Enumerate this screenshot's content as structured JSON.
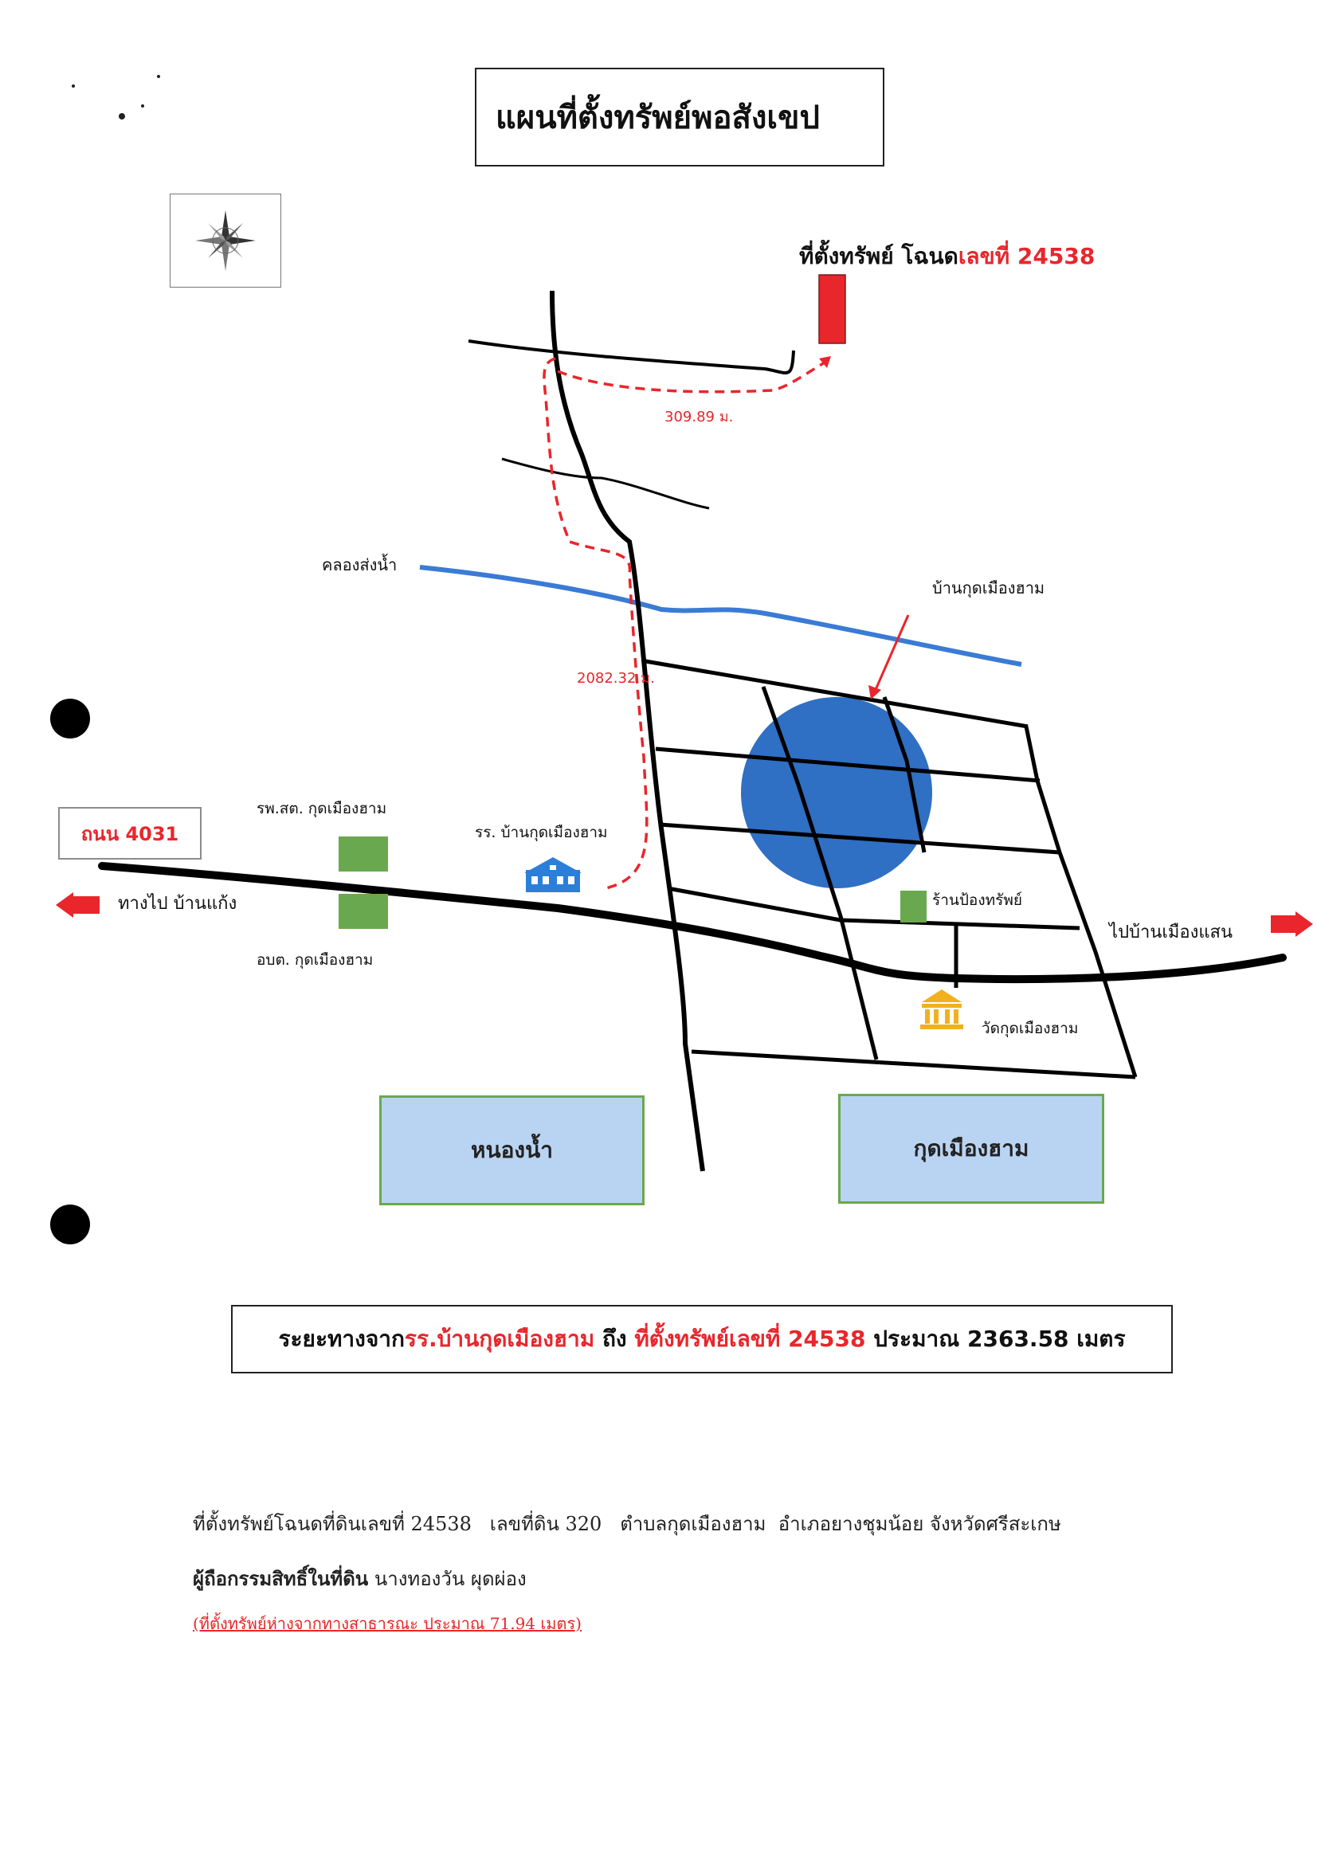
{
  "title": "แผนที่ตั้งทรัพย์พอสังเขป",
  "property_label": {
    "prefix": "ที่ตั้งทรัพย์ โฉนด",
    "suffix": "เลขที่ 24538"
  },
  "distances": {
    "short_route": "309.89 ม.",
    "long_route": "2082.32 ม."
  },
  "labels": {
    "canal": "คลองส่งน้ำ",
    "village": "บ้านกุดเมืองฮาม",
    "road": "ถนน 4031",
    "health_center": "รพ.สต. กุดเมืองฮาม",
    "school": "รร. บ้านกุดเมืองฮาม",
    "west_direction": "ทางไป บ้านแก้ง",
    "sao": "อบต. กุดเมืองฮาม",
    "shop": "ร้านป้องทรัพย์",
    "east_direction": "ไปบ้านเมืองแสน",
    "temple": "วัดกุดเมืองฮาม"
  },
  "areas": {
    "pond": "หนองน้ำ",
    "district": "กุดเมืองฮาม"
  },
  "distance_note": {
    "part1": "ระยะทางจาก",
    "part2": "รร.บ้านกุดเมืองฮาม",
    "part3": " ถึง ",
    "part4": "ที่ตั้งทรัพย์เลขที่ 24538",
    "part5": " ประมาณ 2363.58 เมตร"
  },
  "footer": {
    "location_line": "ที่ตั้งทรัพย์โฉนดที่ดินเลขที่ 24538   เลขที่ดิน 320   ตำบลกุดเมืองฮาม  อำเภอยางชุมน้อย จังหวัดศรีสะเกษ",
    "owner_label": "ผู้ถือกรรมสิทธิ์ในที่ดิน",
    "owner_name": " นางทองวัน ผุดผ่อง",
    "note": "(ที่ตั้งทรัพย์ห่างจากทางสาธารณะ ประมาณ 71.94 เมตร)"
  },
  "colors": {
    "red": "#e8262c",
    "canal": "#3a7bd5",
    "village_circle": "#2f6fc4",
    "facility_green": "#6aa84f",
    "area_fill": "#b9d4f2",
    "school_icon": "#2b7fd9",
    "temple_icon": "#f2b01e"
  },
  "icons": [
    "compass-rose-icon",
    "school-icon",
    "temple-icon",
    "arrow-left-icon",
    "arrow-right-icon"
  ]
}
